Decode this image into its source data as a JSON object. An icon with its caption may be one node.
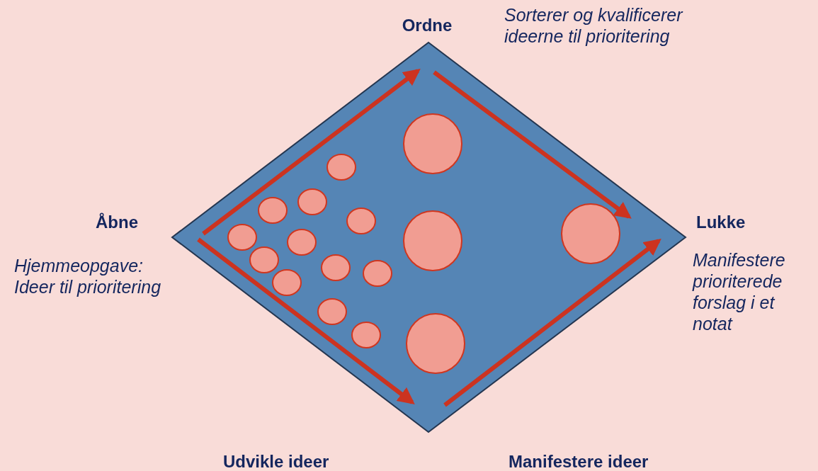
{
  "diagram": {
    "labels": [
      "Ordne",
      "Sorterer og kvalificerer ideerne til prioritering",
      "Åbne",
      "Lukke",
      "Hjemmeopgave: Ideer til prioritering",
      "Manifestere prioriterede forslag i et notat",
      "Udvikle ideer",
      "Manifestere ideer"
    ]
  }
}
